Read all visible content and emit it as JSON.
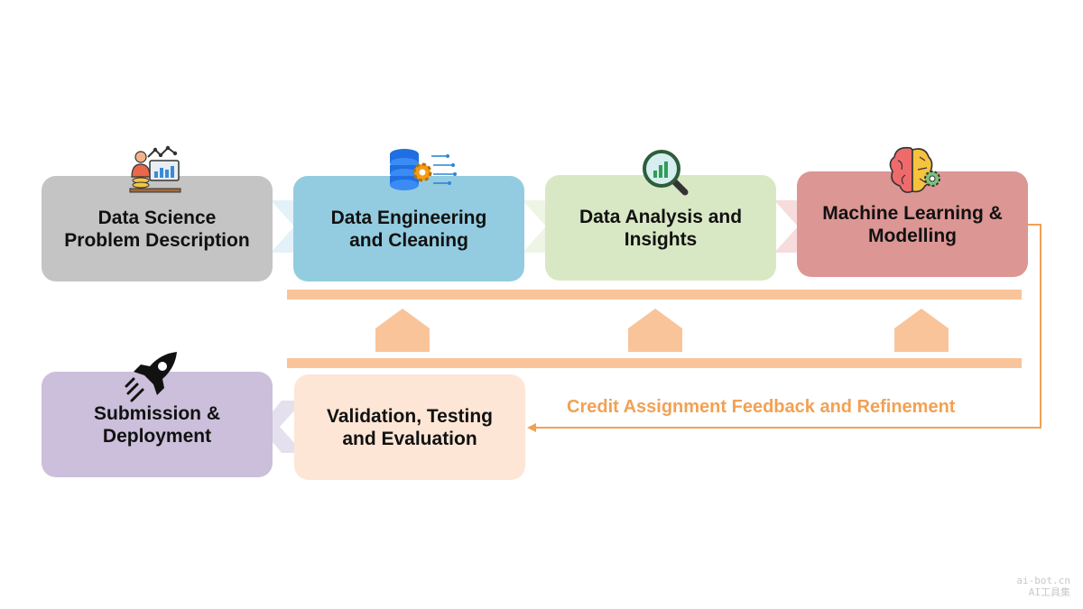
{
  "stages": {
    "problem": {
      "line1": "Data Science",
      "line2": "Problem Description"
    },
    "engineering": {
      "line1": "Data Engineering",
      "line2": "and Cleaning"
    },
    "analysis": {
      "line1": "Data Analysis and",
      "line2": "Insights"
    },
    "ml": {
      "line1": "Machine Learning &",
      "line2": "Modelling"
    },
    "validation": {
      "line1": "Validation, Testing",
      "line2": "and Evaluation"
    },
    "deployment": {
      "line1": "Submission &",
      "line2": "Deployment"
    }
  },
  "feedback": {
    "label": "Credit Assignment Feedback and Refinement"
  },
  "watermark": {
    "line1": "ai-bot.cn",
    "line2": "AI工具集"
  },
  "colors": {
    "problem": "#c4c4c4",
    "engineering": "#93cce0",
    "analysis": "#d9e8c4",
    "ml": "#dc9694",
    "validation": "#fde6d6",
    "deployment": "#cbbfdb",
    "accent_orange": "#f2a154",
    "bar_peach": "#f9c49a"
  },
  "icons": [
    "analyst-dashboard-icon",
    "database-gear-icon",
    "magnifier-chart-icon",
    "brain-gear-icon",
    "rocket-icon"
  ]
}
